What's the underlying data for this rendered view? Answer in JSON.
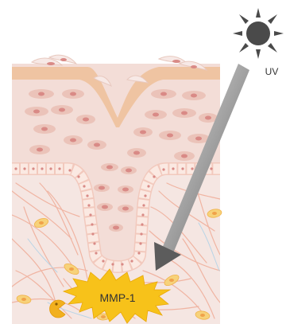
{
  "labels": {
    "uv": "UV",
    "enzyme": "MMP-1"
  },
  "icons": {
    "sun": "sun-icon",
    "arrow": "uv-arrow",
    "burst": "starburst-badge",
    "pacman": "pacman-enzyme-icon"
  },
  "colors": {
    "background": "#ffffff",
    "dermis": "#f4e3df",
    "epidermis_top": "#f1c9a8",
    "cell_body": "#e8b9ae",
    "cell_nucleus": "#d98a86",
    "basal_cell": "#fbe5dc",
    "fiber": "#f2b3a1",
    "fibroblast": "#f8d47a",
    "arrow_dark": "#6f6f6f",
    "arrow_light": "#d9d9d9",
    "burst": "#f7c21a",
    "text": "#333333",
    "sun": "#4a4a4a"
  }
}
